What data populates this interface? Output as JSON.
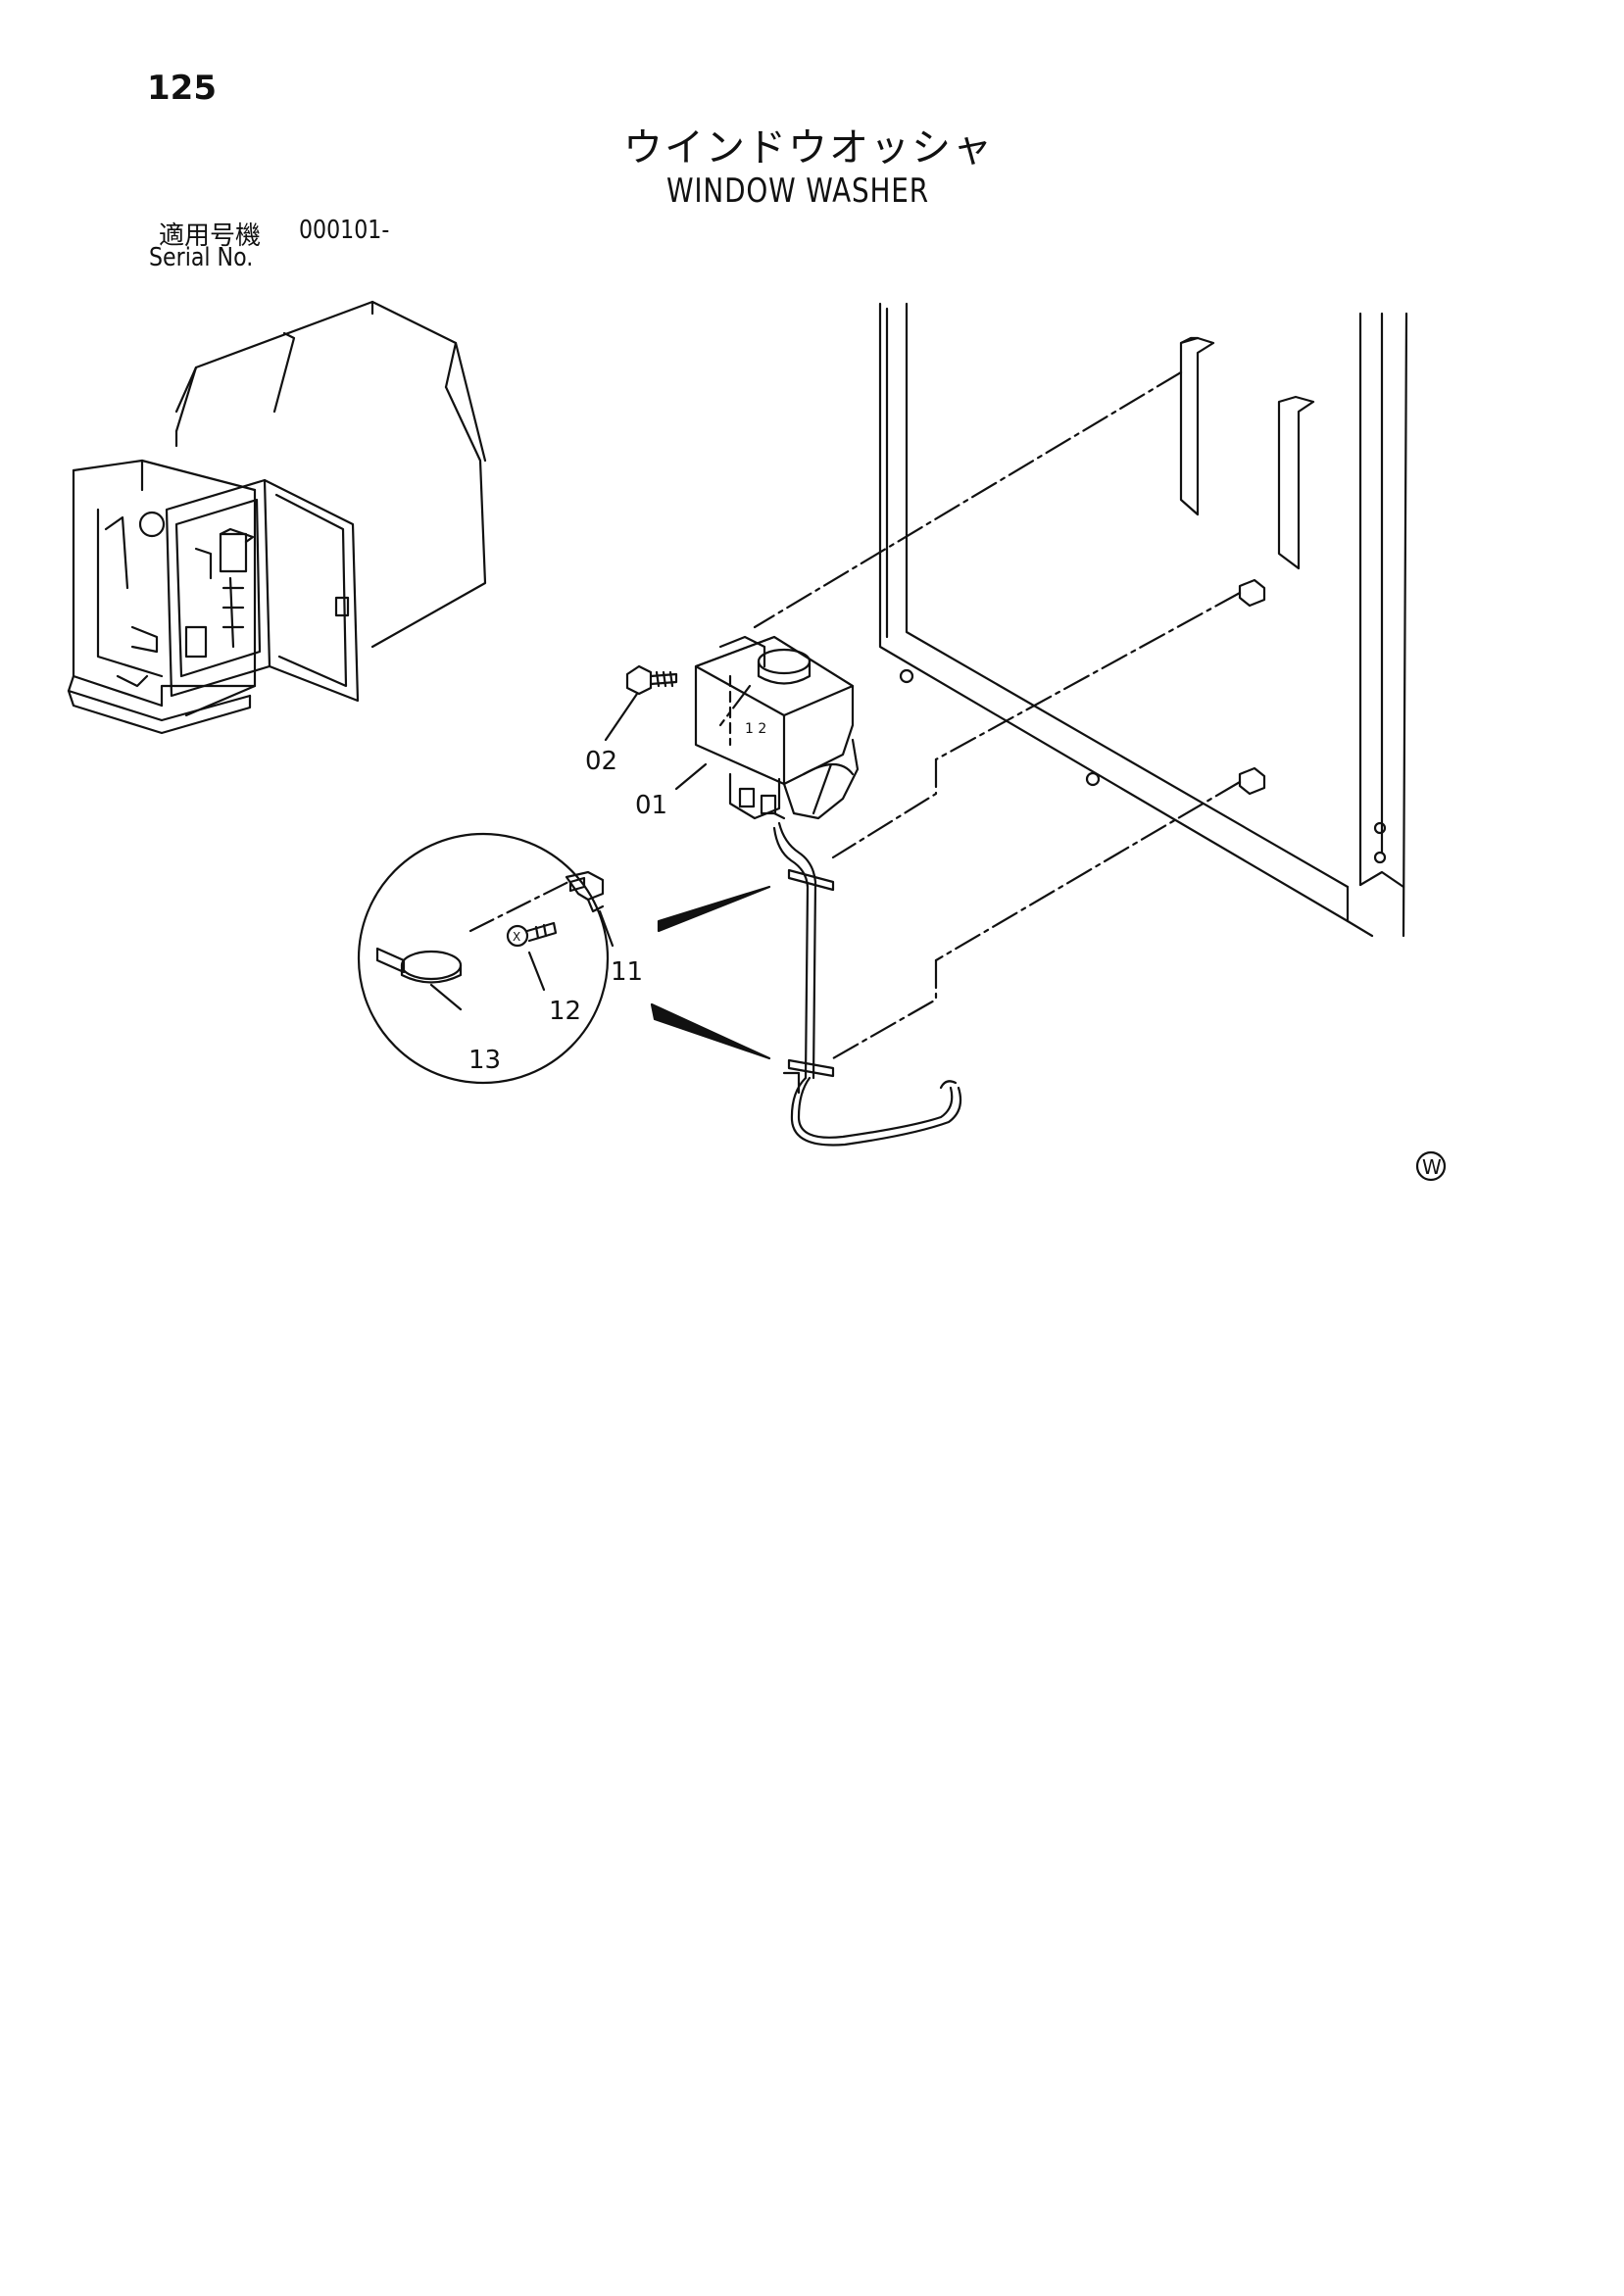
{
  "page": {
    "number": "125",
    "title_ja": "ウインドウオッシャ",
    "title_en": "WINDOW WASHER",
    "serial_label_ja": "適用号機",
    "serial_label_en": "Serial No.",
    "serial_value": "000101-"
  },
  "callouts": {
    "c01": "01",
    "c02": "02",
    "c11": "11",
    "c12": "12",
    "c13": "13"
  },
  "marks": {
    "tank_label": "1 2",
    "screw_head": "X",
    "corner_code": "W"
  }
}
